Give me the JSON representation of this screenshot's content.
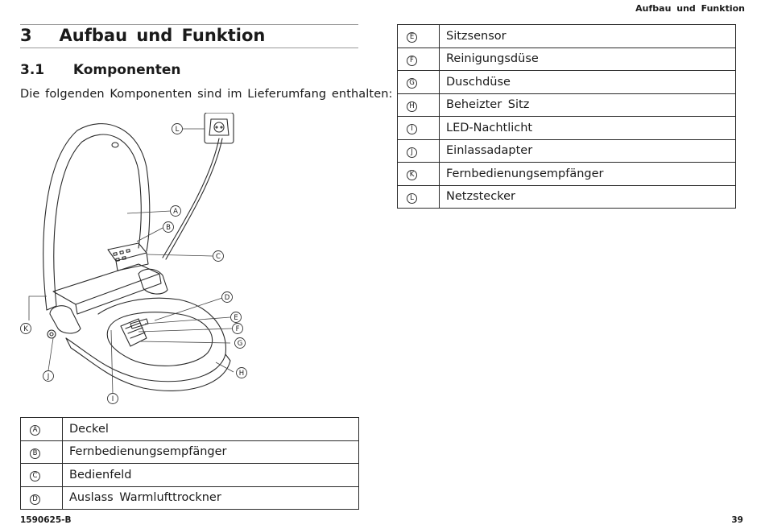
{
  "header": {
    "running_title": "Aufbau und Funktion"
  },
  "chapter": {
    "title": "3   Aufbau und Funktion"
  },
  "section": {
    "title": "3.1   Komponenten"
  },
  "intro": "Die folgenden Komponenten sind im Lieferumfang enthalten:",
  "figure": {
    "callouts": [
      "A",
      "B",
      "C",
      "D",
      "E",
      "F",
      "G",
      "H",
      "I",
      "J",
      "K",
      "L"
    ]
  },
  "components_left": [
    {
      "key": "A",
      "label": "Deckel"
    },
    {
      "key": "B",
      "label": "Fernbedienungsempfänger"
    },
    {
      "key": "C",
      "label": "Bedienfeld"
    },
    {
      "key": "D",
      "label": "Auslass Warmlufttrockner"
    }
  ],
  "components_right": [
    {
      "key": "E",
      "label": "Sitzsensor"
    },
    {
      "key": "F",
      "label": "Reinigungsdüse"
    },
    {
      "key": "G",
      "label": "Duschdüse"
    },
    {
      "key": "H",
      "label": "Beheizter Sitz"
    },
    {
      "key": "I",
      "label": "LED-Nachtlicht"
    },
    {
      "key": "J",
      "label": "Einlassadapter"
    },
    {
      "key": "K",
      "label": "Fernbedienungsempfänger"
    },
    {
      "key": "L",
      "label": "Netzstecker"
    }
  ],
  "footer": {
    "doc_number": "1590625-B",
    "page_number": "39"
  }
}
